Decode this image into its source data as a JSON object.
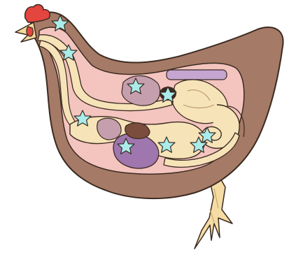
{
  "diagram": {
    "subject": "chicken-digestive-system",
    "has_text": false,
    "colors": {
      "background": "#ffffff",
      "outline": "#3a2a20",
      "body_outer": "#a57a66",
      "body_inner": "#f4c4bf",
      "comb": "#e2463f",
      "beak": "#f3d99b",
      "feet": "#f5dca4",
      "tract": "#f6e3b8",
      "gizzard": "#c69fae",
      "purple_organ": "#9f76ae",
      "dark_organ": "#7a4d3c",
      "lavender_organ": "#c6a5d0",
      "star_fill": "#a9ecea"
    },
    "markers": [
      {
        "icon": "star-marker",
        "region": "crop-upper"
      },
      {
        "icon": "star-marker",
        "region": "crop-lower"
      },
      {
        "icon": "star-marker",
        "region": "esophagus"
      },
      {
        "icon": "star-marker",
        "region": "proventriculus"
      },
      {
        "icon": "star-marker",
        "region": "gizzard"
      },
      {
        "icon": "star-marker",
        "region": "small-intestine-left"
      },
      {
        "icon": "star-marker",
        "region": "small-intestine-middle"
      },
      {
        "icon": "star-marker",
        "region": "ceca"
      },
      {
        "icon": "star-marker",
        "region": "large-intestine"
      }
    ]
  }
}
